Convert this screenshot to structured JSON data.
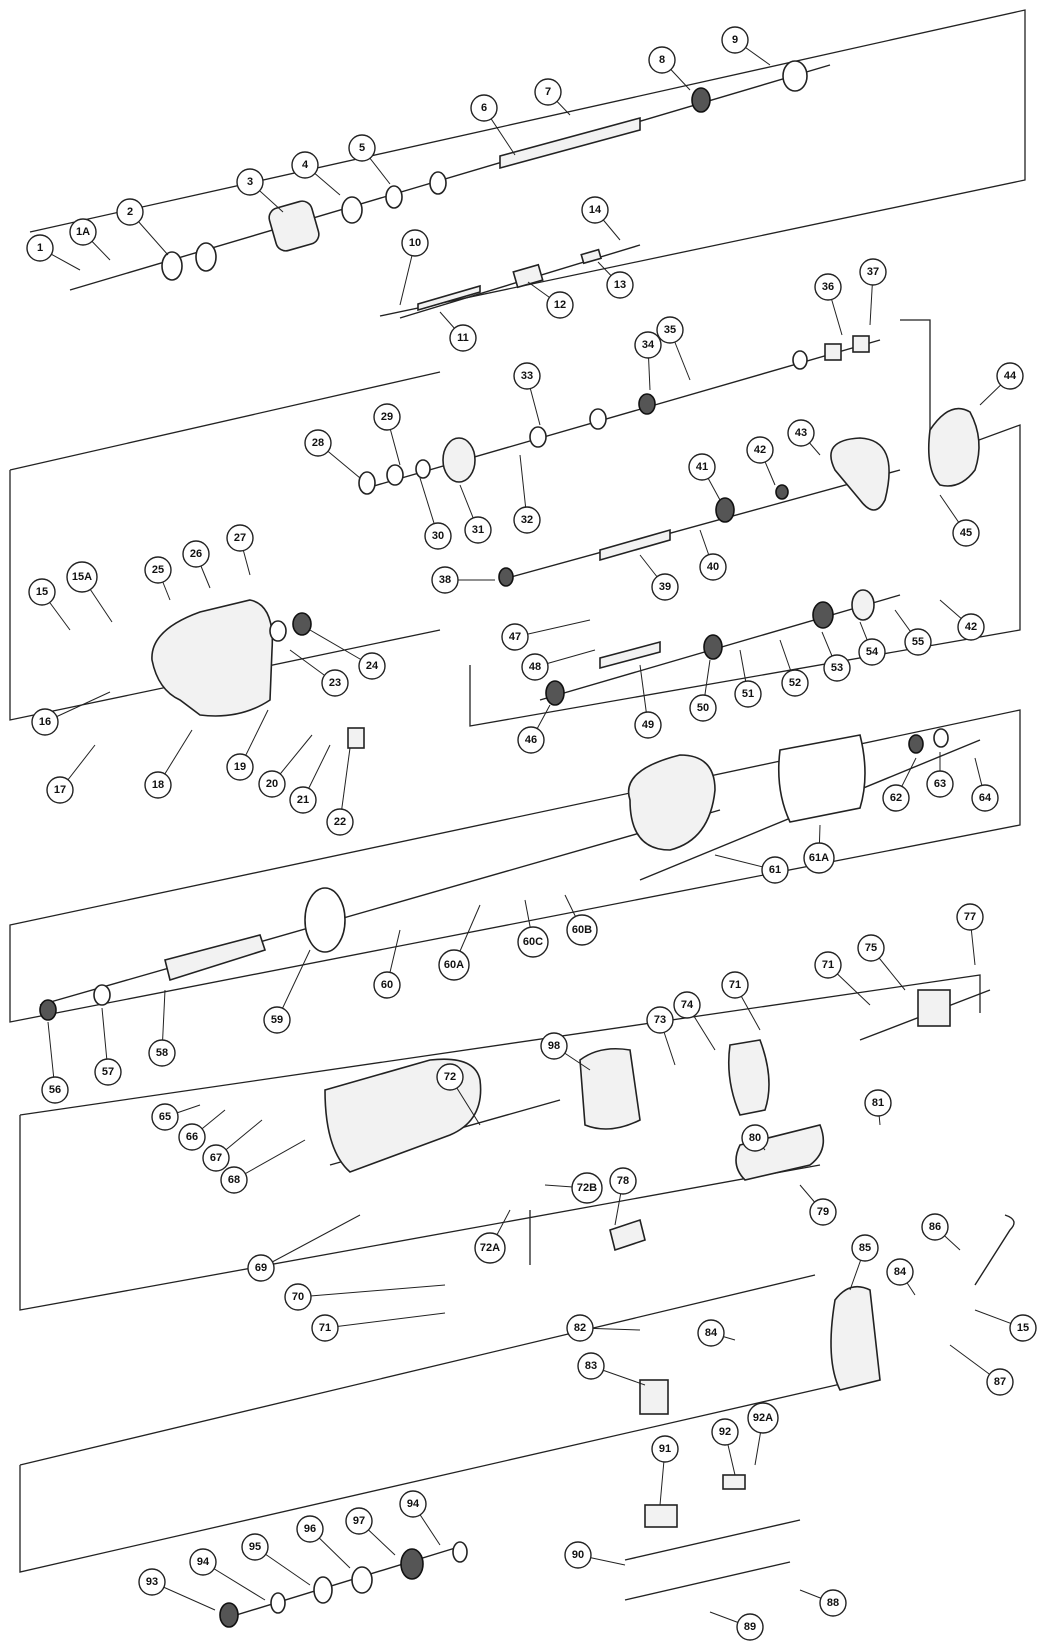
{
  "callouts": [
    {
      "id": "1",
      "label": "1"
    },
    {
      "id": "1A",
      "label": "1A"
    },
    {
      "id": "2",
      "label": "2"
    },
    {
      "id": "3",
      "label": "3"
    },
    {
      "id": "4",
      "label": "4"
    },
    {
      "id": "5",
      "label": "5"
    },
    {
      "id": "6",
      "label": "6"
    },
    {
      "id": "7",
      "label": "7"
    },
    {
      "id": "8",
      "label": "8"
    },
    {
      "id": "9",
      "label": "9"
    },
    {
      "id": "10",
      "label": "10"
    },
    {
      "id": "11",
      "label": "11"
    },
    {
      "id": "12",
      "label": "12"
    },
    {
      "id": "13",
      "label": "13"
    },
    {
      "id": "14",
      "label": "14"
    },
    {
      "id": "15",
      "label": "15"
    },
    {
      "id": "15A",
      "label": "15A"
    },
    {
      "id": "16",
      "label": "16"
    },
    {
      "id": "17",
      "label": "17"
    },
    {
      "id": "18",
      "label": "18"
    },
    {
      "id": "19",
      "label": "19"
    },
    {
      "id": "20",
      "label": "20"
    },
    {
      "id": "21",
      "label": "21"
    },
    {
      "id": "22",
      "label": "22"
    },
    {
      "id": "23",
      "label": "23"
    },
    {
      "id": "24",
      "label": "24"
    },
    {
      "id": "25",
      "label": "25"
    },
    {
      "id": "26",
      "label": "26"
    },
    {
      "id": "27",
      "label": "27"
    },
    {
      "id": "28",
      "label": "28"
    },
    {
      "id": "29",
      "label": "29"
    },
    {
      "id": "30",
      "label": "30"
    },
    {
      "id": "31",
      "label": "31"
    },
    {
      "id": "32",
      "label": "32"
    },
    {
      "id": "33",
      "label": "33"
    },
    {
      "id": "34",
      "label": "34"
    },
    {
      "id": "35",
      "label": "35"
    },
    {
      "id": "36",
      "label": "36"
    },
    {
      "id": "37",
      "label": "37"
    },
    {
      "id": "38",
      "label": "38"
    },
    {
      "id": "39",
      "label": "39"
    },
    {
      "id": "40",
      "label": "40"
    },
    {
      "id": "41",
      "label": "41"
    },
    {
      "id": "42a",
      "label": "42"
    },
    {
      "id": "42b",
      "label": "42"
    },
    {
      "id": "43",
      "label": "43"
    },
    {
      "id": "44",
      "label": "44"
    },
    {
      "id": "45",
      "label": "45"
    },
    {
      "id": "46",
      "label": "46"
    },
    {
      "id": "47",
      "label": "47"
    },
    {
      "id": "48",
      "label": "48"
    },
    {
      "id": "49",
      "label": "49"
    },
    {
      "id": "50",
      "label": "50"
    },
    {
      "id": "51",
      "label": "51"
    },
    {
      "id": "52",
      "label": "52"
    },
    {
      "id": "53",
      "label": "53"
    },
    {
      "id": "54",
      "label": "54"
    },
    {
      "id": "55",
      "label": "55"
    },
    {
      "id": "56",
      "label": "56"
    },
    {
      "id": "57",
      "label": "57"
    },
    {
      "id": "58",
      "label": "58"
    },
    {
      "id": "59",
      "label": "59"
    },
    {
      "id": "60",
      "label": "60"
    },
    {
      "id": "60A",
      "label": "60A"
    },
    {
      "id": "60B",
      "label": "60B"
    },
    {
      "id": "60C",
      "label": "60C"
    },
    {
      "id": "61",
      "label": "61"
    },
    {
      "id": "61A",
      "label": "61A"
    },
    {
      "id": "62",
      "label": "62"
    },
    {
      "id": "63",
      "label": "63"
    },
    {
      "id": "64",
      "label": "64"
    },
    {
      "id": "65",
      "label": "65"
    },
    {
      "id": "66",
      "label": "66"
    },
    {
      "id": "67",
      "label": "67"
    },
    {
      "id": "68",
      "label": "68"
    },
    {
      "id": "69",
      "label": "69"
    },
    {
      "id": "70",
      "label": "70"
    },
    {
      "id": "71a",
      "label": "71"
    },
    {
      "id": "71b",
      "label": "71"
    },
    {
      "id": "71c",
      "label": "71"
    },
    {
      "id": "72",
      "label": "72"
    },
    {
      "id": "72A",
      "label": "72A"
    },
    {
      "id": "72B",
      "label": "72B"
    },
    {
      "id": "73",
      "label": "73"
    },
    {
      "id": "74",
      "label": "74"
    },
    {
      "id": "75",
      "label": "75"
    },
    {
      "id": "77",
      "label": "77"
    },
    {
      "id": "78",
      "label": "78"
    },
    {
      "id": "79",
      "label": "79"
    },
    {
      "id": "80",
      "label": "80"
    },
    {
      "id": "81",
      "label": "81"
    },
    {
      "id": "82",
      "label": "82"
    },
    {
      "id": "83",
      "label": "83"
    },
    {
      "id": "84a",
      "label": "84"
    },
    {
      "id": "84b",
      "label": "84"
    },
    {
      "id": "85",
      "label": "85"
    },
    {
      "id": "86",
      "label": "86"
    },
    {
      "id": "15b",
      "label": "15"
    },
    {
      "id": "87",
      "label": "87"
    },
    {
      "id": "88",
      "label": "88"
    },
    {
      "id": "89",
      "label": "89"
    },
    {
      "id": "90",
      "label": "90"
    },
    {
      "id": "91",
      "label": "91"
    },
    {
      "id": "92",
      "label": "92"
    },
    {
      "id": "92A",
      "label": "92A"
    },
    {
      "id": "93",
      "label": "93"
    },
    {
      "id": "94a",
      "label": "94"
    },
    {
      "id": "94b",
      "label": "94"
    },
    {
      "id": "95",
      "label": "95"
    },
    {
      "id": "96",
      "label": "96"
    },
    {
      "id": "97",
      "label": "97"
    },
    {
      "id": "98",
      "label": "98"
    }
  ]
}
